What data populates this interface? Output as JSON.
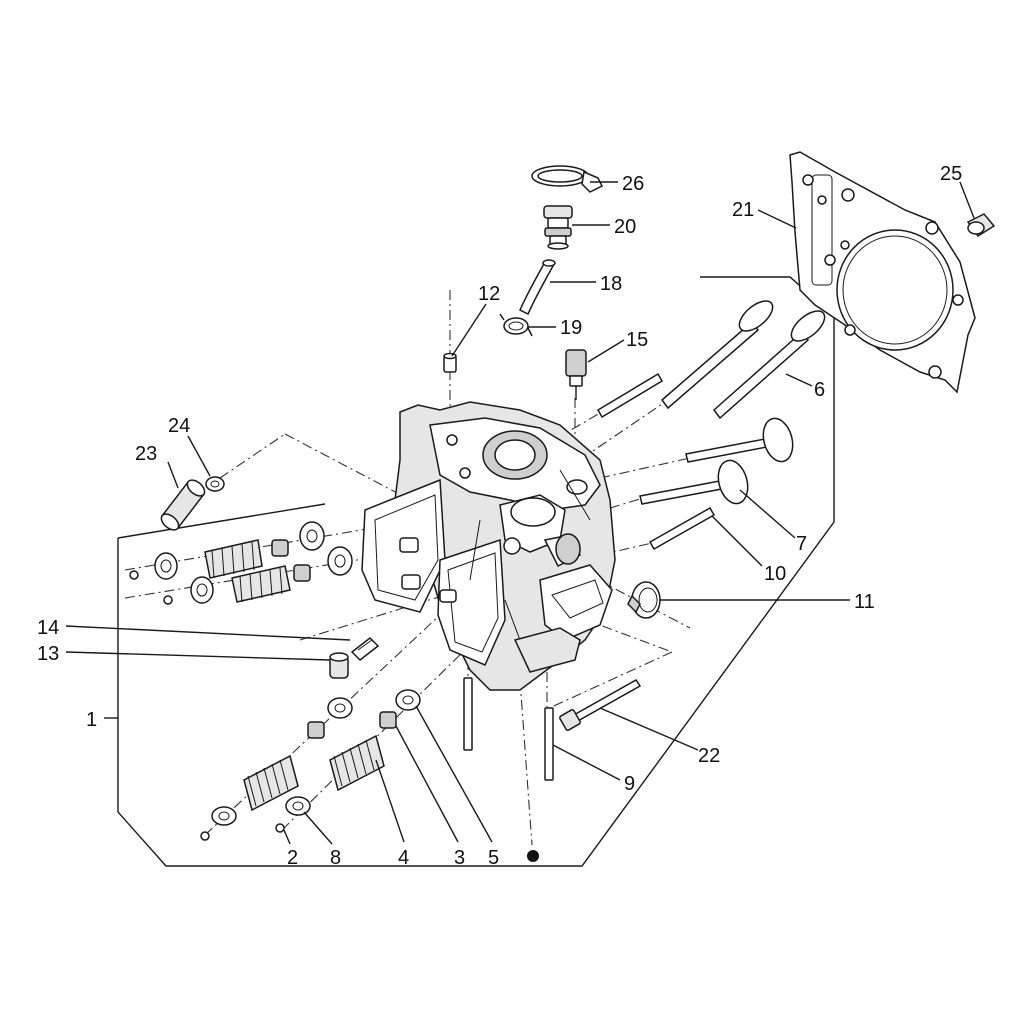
{
  "diagram": {
    "labels": {
      "l1": "1",
      "l2": "2",
      "l3": "3",
      "l4": "4",
      "l5": "5",
      "l6": "6",
      "l7": "7",
      "l8": "8",
      "l9": "9",
      "l10": "10",
      "l11": "11",
      "l12": "12",
      "l13": "13",
      "l14": "14",
      "l15": "15",
      "l18": "18",
      "l19": "19",
      "l20": "20",
      "l21": "21",
      "l22": "22",
      "l23": "23",
      "l24": "24",
      "l25": "25",
      "l26": "26"
    }
  }
}
